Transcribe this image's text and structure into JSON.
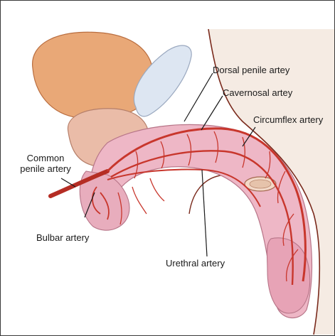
{
  "labels": {
    "dorsal": "Dorsal penile artey",
    "cavernosal": "Cavernosal artey",
    "circumflex": "Circumflex artery",
    "common_line1": "Common",
    "common_line2": "penile artery",
    "bulbar": "Bulbar artery",
    "urethral": "Urethral artery"
  },
  "colors": {
    "background": "#ffffff",
    "skin_line": "#7a2a1c",
    "skin_fill": "#f3e6dc",
    "bladder": "#e7a574",
    "bone": "#d6e0ef",
    "prostate": "#e8b6a3",
    "tissue": "#e9b3c0",
    "artery": "#c8362c",
    "leader": "#1a1a1a"
  }
}
